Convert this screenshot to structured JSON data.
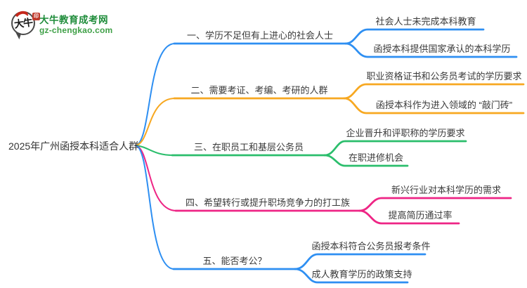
{
  "logo": {
    "icon_text": "大牛",
    "seal_text": "印",
    "title": "大牛教育成考网",
    "subtitle": "gz-chengkao.com"
  },
  "mindmap": {
    "root": "2025年广州函授本科适合人群",
    "branches": [
      {
        "label": "一、学历不足但有上进心的社会人士",
        "color": "#2e8ff2",
        "children": [
          {
            "label": "社会人士未完成本科教育"
          },
          {
            "label": "函授本科提供国家承认的本科学历"
          }
        ]
      },
      {
        "label": "二、需要考证、考编、考研的人群",
        "color": "#f7a821",
        "children": [
          {
            "label": "职业资格证书和公务员考试的学历要求"
          },
          {
            "label": "函授本科作为进入领域的 “敲门砖”"
          }
        ]
      },
      {
        "label": "三、在职员工和基层公务员",
        "color": "#2bbe6c",
        "children": [
          {
            "label": "企业晋升和评职称的学历要求"
          },
          {
            "label": "在职进修机会"
          }
        ]
      },
      {
        "label": "四、希望转行或提升职场竞争力的打工族",
        "color": "#ee2585",
        "children": [
          {
            "label": "新兴行业对本科学历的需求"
          },
          {
            "label": "提高简历通过率"
          }
        ]
      },
      {
        "label": "五、能否考公？",
        "color": "#2e8ff2",
        "children": [
          {
            "label": "函授本科符合公务员报考条件"
          },
          {
            "label": "成人教育学历的政策支持"
          }
        ]
      }
    ]
  },
  "colors": {
    "blue": "#2e8ff2",
    "orange": "#f7a821",
    "green": "#2bbe6c",
    "pink": "#ee2585",
    "text": "#3a3a3a",
    "logo_green": "#1e8c3a",
    "logo_sub_green": "#3fa047",
    "seal_red": "#c0392b"
  }
}
